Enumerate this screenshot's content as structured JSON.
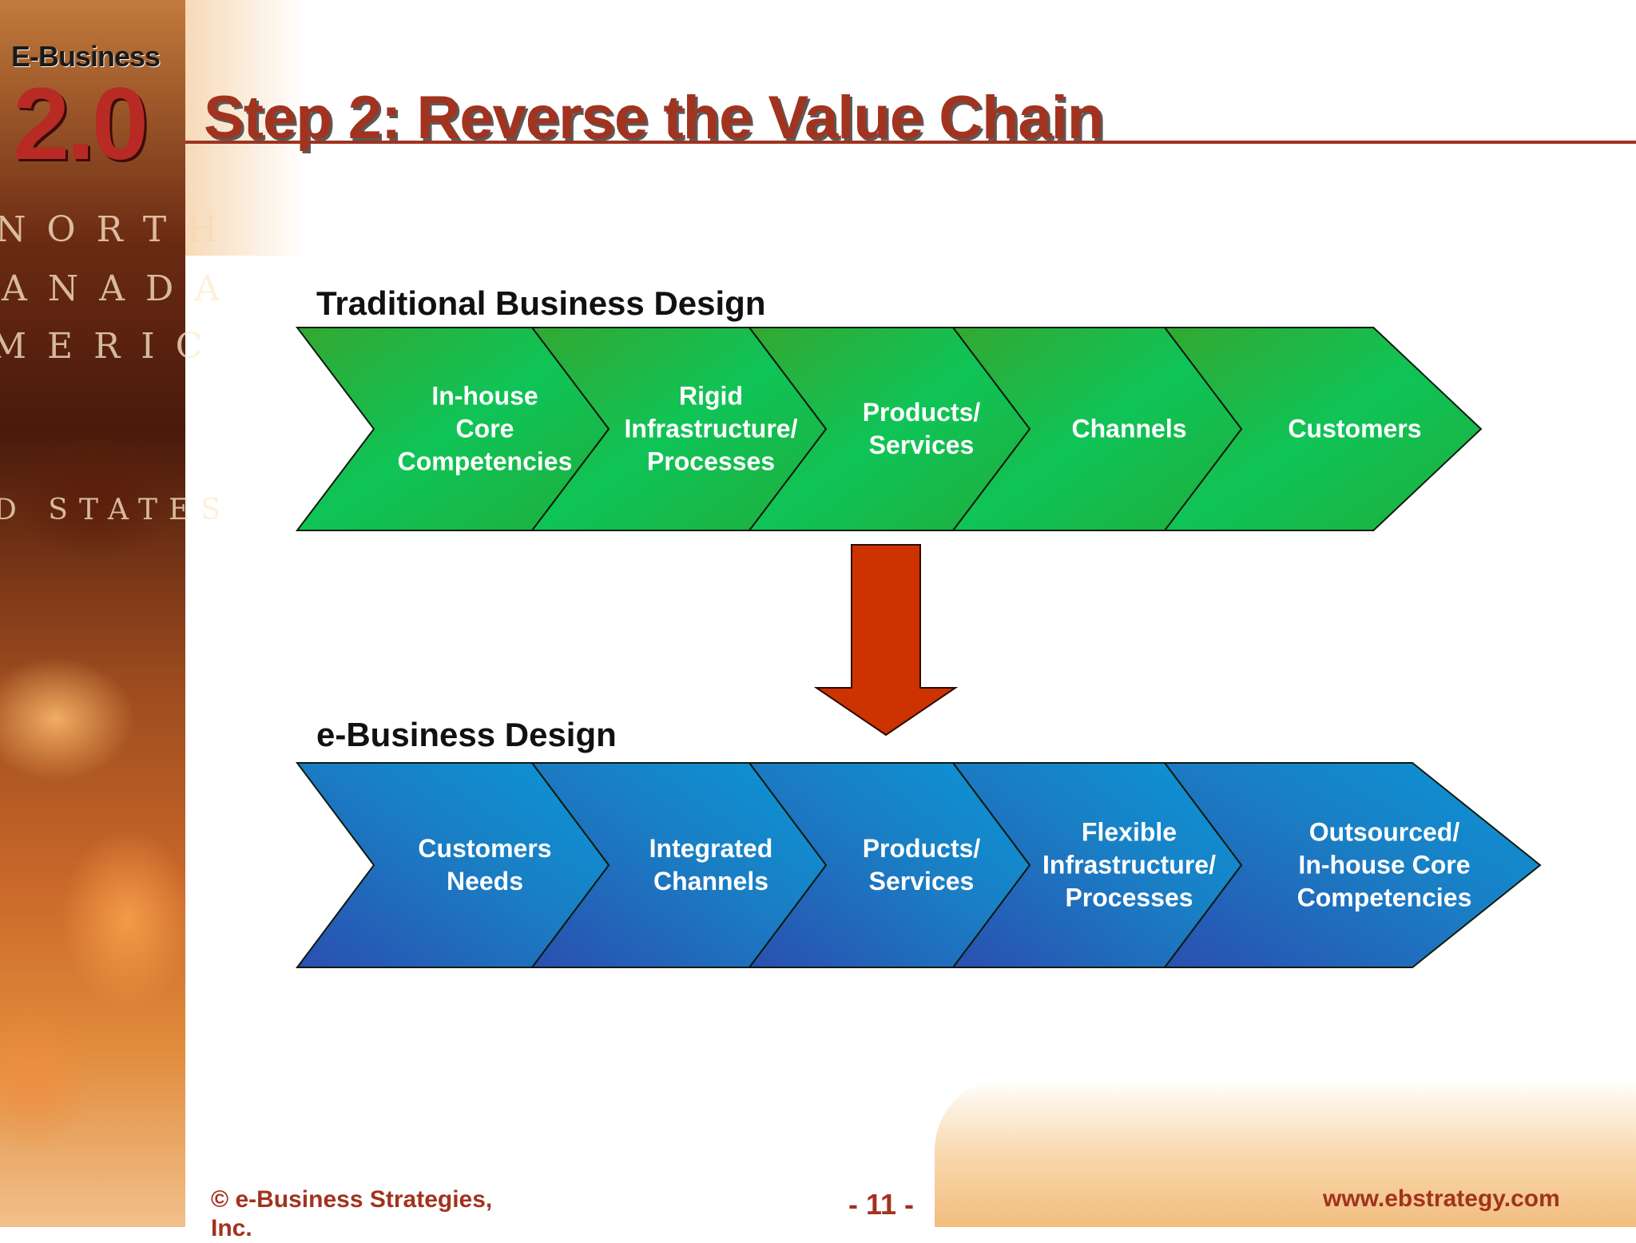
{
  "logo": {
    "brand": "E-Business",
    "version": "2.0"
  },
  "slide": {
    "title": "Step 2: Reverse the Value Chain"
  },
  "background_map": [
    "NORTH",
    "ANADA",
    "MERIC",
    "D STATES"
  ],
  "sections": {
    "traditional": {
      "label": "Traditional Business Design",
      "color": "#1fb447",
      "steps": [
        "In-house\nCore\nCompetencies",
        "Rigid\nInfrastructure/\nProcesses",
        "Products/\nServices",
        "Channels",
        "Customers"
      ]
    },
    "ebusiness": {
      "label": "e-Business Design",
      "color": "#1e6fbf",
      "steps": [
        "Customers\nNeeds",
        "Integrated\nChannels",
        "Products/\nServices",
        "Flexible\nInfrastructure/\nProcesses",
        "Outsourced/\nIn-house Core\nCompetencies"
      ]
    }
  },
  "arrow": {
    "color": "#cc3300"
  },
  "footer": {
    "copyright": "© e-Business Strategies,\nInc.",
    "page": "- 11 -",
    "website": "www.ebstrategy.com"
  }
}
